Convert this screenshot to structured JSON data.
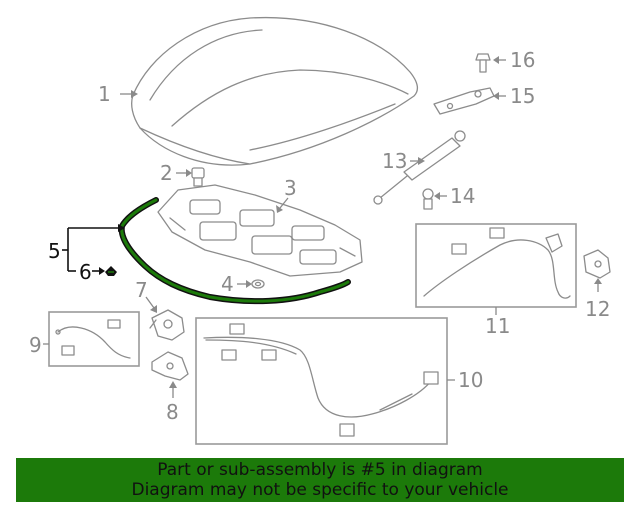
{
  "callouts": {
    "c1": "1",
    "c2": "2",
    "c3": "3",
    "c4": "4",
    "c5": "5",
    "c6": "6",
    "c7": "7",
    "c8": "8",
    "c9": "9",
    "c10": "10",
    "c11": "11",
    "c12": "12",
    "c13": "13",
    "c14": "14",
    "c15": "15",
    "c16": "16"
  },
  "highlight": {
    "part_number": "5",
    "color": "#1c7a0a"
  },
  "banner": {
    "line1": "Part or sub-assembly is #5 in diagram",
    "line2": "Diagram may not be specific to your vehicle",
    "background": "#1c7a0a"
  }
}
